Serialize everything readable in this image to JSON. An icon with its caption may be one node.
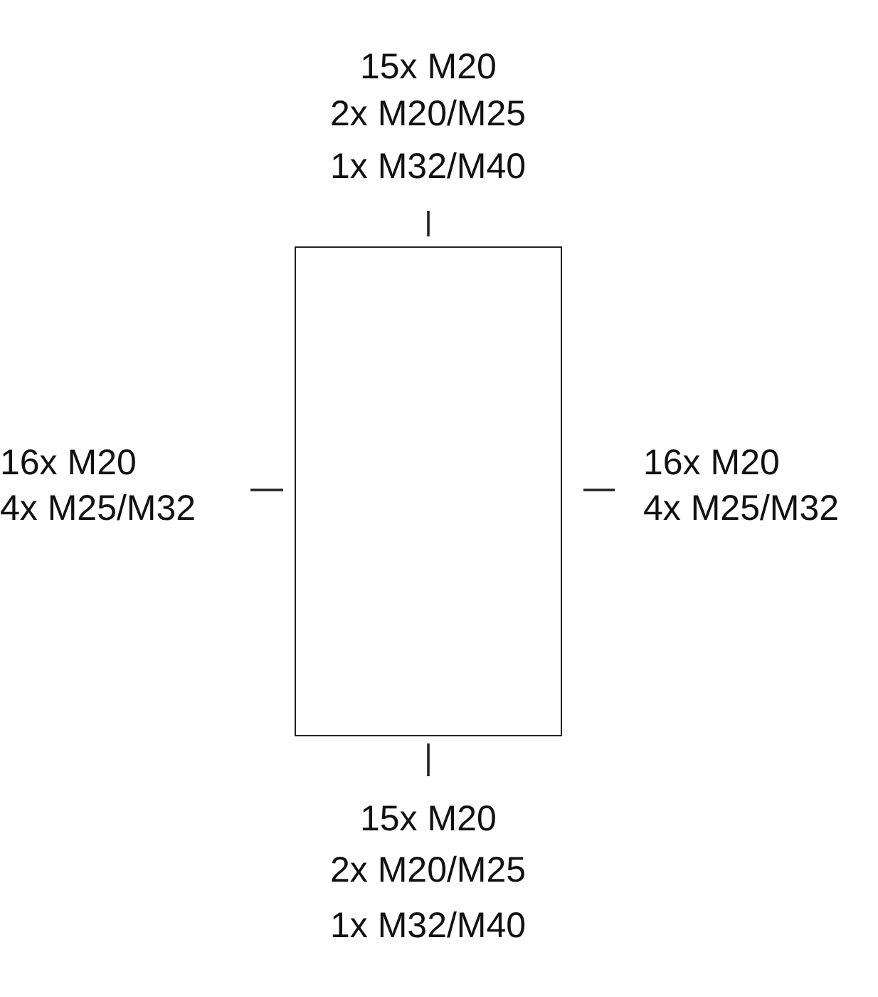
{
  "diagram": {
    "nodes": [
      {
        "text": [],
        "shape": "box"
      }
    ],
    "labels": [
      "15x M20",
      "2x M20/M25",
      "1x M32/M40",
      "16x M20",
      "4x M25/M32",
      "16x M20",
      "4x M25/M32",
      "15x M20",
      "2x M20/M25",
      "1x M32/M40"
    ]
  }
}
